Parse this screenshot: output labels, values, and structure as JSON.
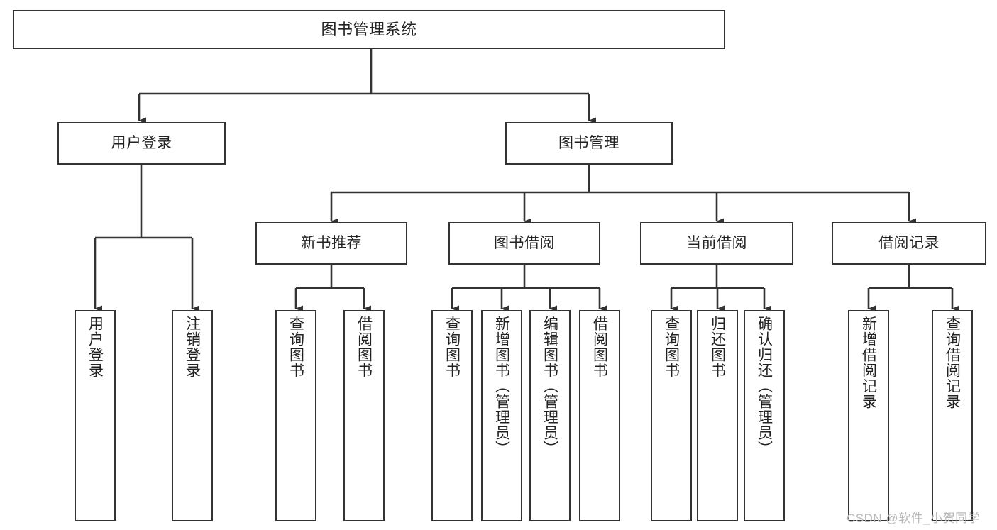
{
  "diagram": {
    "title": "图书管理系统",
    "type": "hierarchy-tree",
    "levels": 4,
    "colors": {
      "node_border": "#333333",
      "node_fill": "#ffffff",
      "connector": "#333333",
      "text": "#222222",
      "watermark": "#b9b9b9",
      "background": "#ffffff"
    },
    "nodes": {
      "root": {
        "label": "图书管理系统"
      },
      "level2": [
        {
          "label": "用户登录"
        },
        {
          "label": "图书管理"
        }
      ],
      "level3": [
        {
          "label": "新书推荐"
        },
        {
          "label": "图书借阅"
        },
        {
          "label": "当前借阅"
        },
        {
          "label": "借阅记录"
        }
      ],
      "leaves": {
        "user_login": [
          {
            "label": "用户登录"
          },
          {
            "label": "注销登录"
          }
        ],
        "new_book_recommend": [
          {
            "label": "查询图书"
          },
          {
            "label": "借阅图书"
          }
        ],
        "book_borrow": [
          {
            "label": "查询图书"
          },
          {
            "label": "新增图书（管理员）"
          },
          {
            "label": "编辑图书（管理员）"
          },
          {
            "label": "借阅图书"
          }
        ],
        "current_borrow": [
          {
            "label": "查询图书"
          },
          {
            "label": "归还图书"
          },
          {
            "label": "确认归还（管理员）"
          }
        ],
        "borrow_record": [
          {
            "label": "新增借阅记录"
          },
          {
            "label": "查询借阅记录"
          }
        ]
      }
    },
    "watermark": "CSDN @软件_小贺同学"
  }
}
